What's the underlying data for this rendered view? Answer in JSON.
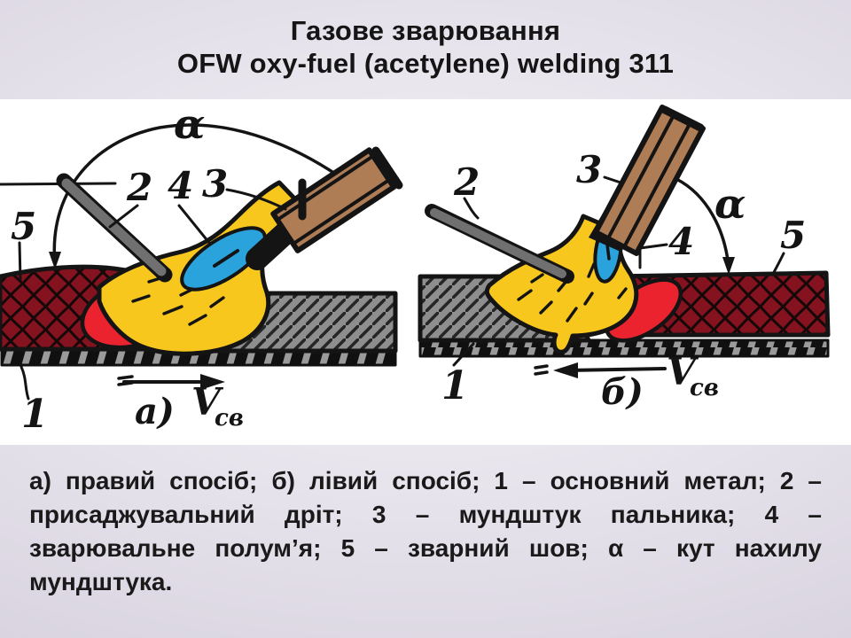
{
  "slide": {
    "title": {
      "line1": "Газове зварювання",
      "line2": "OFW oxy-fuel (acetylene) welding 311"
    },
    "caption": "а) правий спосіб; б) лівий спосіб; 1 – основний метал; 2 – присаджувальний дріт; 3 – мундштук пальника; 4 – зварювальне полум’я; 5 – зварний шов; α – кут нахилу мундштука."
  },
  "figure": {
    "left_panel": {
      "variant_label": "а)",
      "velocity_symbol": "V",
      "velocity_subscript": "св",
      "angle_symbol": "α",
      "callout_1": "1",
      "callout_2": "2",
      "callout_3": "3",
      "callout_4": "4",
      "callout_5": "5"
    },
    "right_panel": {
      "variant_label": "б)",
      "velocity_symbol": "V",
      "velocity_subscript": "св",
      "angle_symbol": "α",
      "callout_1": "1",
      "callout_2": "2",
      "callout_3": "3",
      "callout_4": "4",
      "callout_5": "5"
    }
  },
  "colors": {
    "flame_yellow": "#f8c71d",
    "cone_blue": "#2aa2dc",
    "pool_red": "#ea232e",
    "weld_maroon": "#84131f",
    "plate_gray": "#8e8e8e",
    "torch_brown": "#ae7c55",
    "rod_gray": "#707070",
    "tie_gray": "#9a9a9a",
    "outline_black": "#121212"
  }
}
